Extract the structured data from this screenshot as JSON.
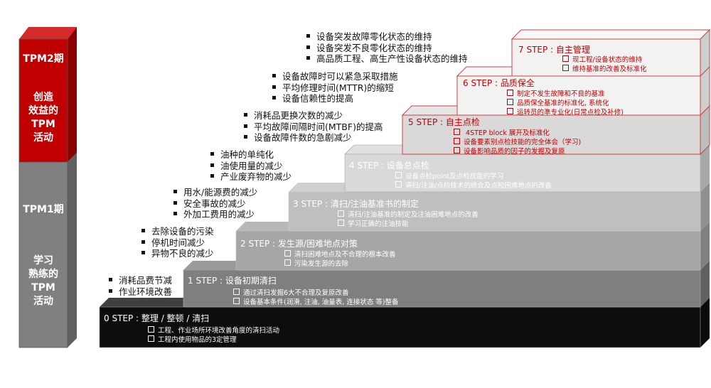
{
  "pillar": {
    "phase2": {
      "label": "TPM2期",
      "desc": [
        "创造",
        "效益的",
        "TPM",
        "活动"
      ],
      "color": "#c00000"
    },
    "phase1": {
      "label": "TPM1期",
      "desc": [
        "学习",
        "熟练的",
        "TPM",
        "活动"
      ],
      "color": "#808080"
    }
  },
  "steps": [
    {
      "title": "0 STEP : 整理 / 整顿 / 清扫",
      "items": [
        "工程、作业场所环境改善角度的清扫活动",
        "工程内使用物品的3定管理"
      ],
      "fill": "#0d0d0d",
      "text_color": "#ffffff"
    },
    {
      "title": "1 STEP : 设备初期清扫",
      "items": [
        "通过清扫发掘6大不合理及复原改善",
        "设备基本条件(润滑, 注油, 油量表,  连接状态 等)整备"
      ],
      "fill": "#7f7f7f",
      "text_color": "#ffffff"
    },
    {
      "title": "2 STEP : 发生源/困难地点对策",
      "items": [
        "清扫困难地点及不合理的根本改善",
        "污染发生源的去除"
      ],
      "fill": "#a6a6a6",
      "text_color": "#ffffff"
    },
    {
      "title": "3 STEP : 清扫/注油基准书的制定",
      "items": [
        "清扫/注油基准的制定及注油困难地点的改善",
        "学习正确的注油技能"
      ],
      "fill": "#bfbfbf",
      "text_color": "#ffffff"
    },
    {
      "title": "4 STEP : 设备总点检",
      "items": [
        "设备点检point及点检技能的学习",
        "清扫/注油/点检技术的统合及点检困难地点的改善"
      ],
      "fill": "#d9d9d9",
      "text_color": "#ffffff"
    },
    {
      "title": "5 STEP : 自主点检",
      "items": [
        " 4STEP block 展开及标准化",
        "设备要素别点检技能的完全体会（学习)",
        "设备影响品质的因子的发掘及复原"
      ],
      "fill": "#d9d9d9",
      "text_color": "#c00000"
    },
    {
      "title": "6 STEP : 品质保全",
      "items": [
        "制定不发生故障和不良的基准",
        "品质保全基准的标准化, 系统化",
        "运转员的準专业化(日常点检及补修)"
      ],
      "fill": "#f2f2f2",
      "text_color": "#c00000"
    },
    {
      "title": "7 STEP : 自主管理",
      "items": [
        "现工程/设备状态的维持",
        "维持基准的改善及标准化"
      ],
      "fill": "#f2f2f2",
      "text_color": "#c00000"
    }
  ],
  "effects": [
    [
      "消耗品费节减",
      "作业环境改善"
    ],
    [
      "去除设备的污染",
      "停机时间减少",
      "异物不良的减少"
    ],
    [
      "用水/能源费的减少",
      "安全事故的减少",
      "外加工费用的减少"
    ],
    [
      "油种的单纯化",
      "油使用量的减少",
      "产业废弃物的减少"
    ],
    [
      "消耗品更换次数的减少",
      "平均故障间隔时间(MTBF)的提高",
      "设备故障件数的急剧减少"
    ],
    [
      "设备故障时可以紧急采取措施",
      "平均修理时间(MTTR)的缩短",
      "设备信赖性的提高"
    ],
    [
      "设备突发故障零化状态的维持",
      "设备突发不良零化状态的维持",
      "高品质工程、高生产性设备状态的维持"
    ]
  ],
  "colors": {
    "accent_red": "#c00000",
    "border_red": "#d04040"
  }
}
